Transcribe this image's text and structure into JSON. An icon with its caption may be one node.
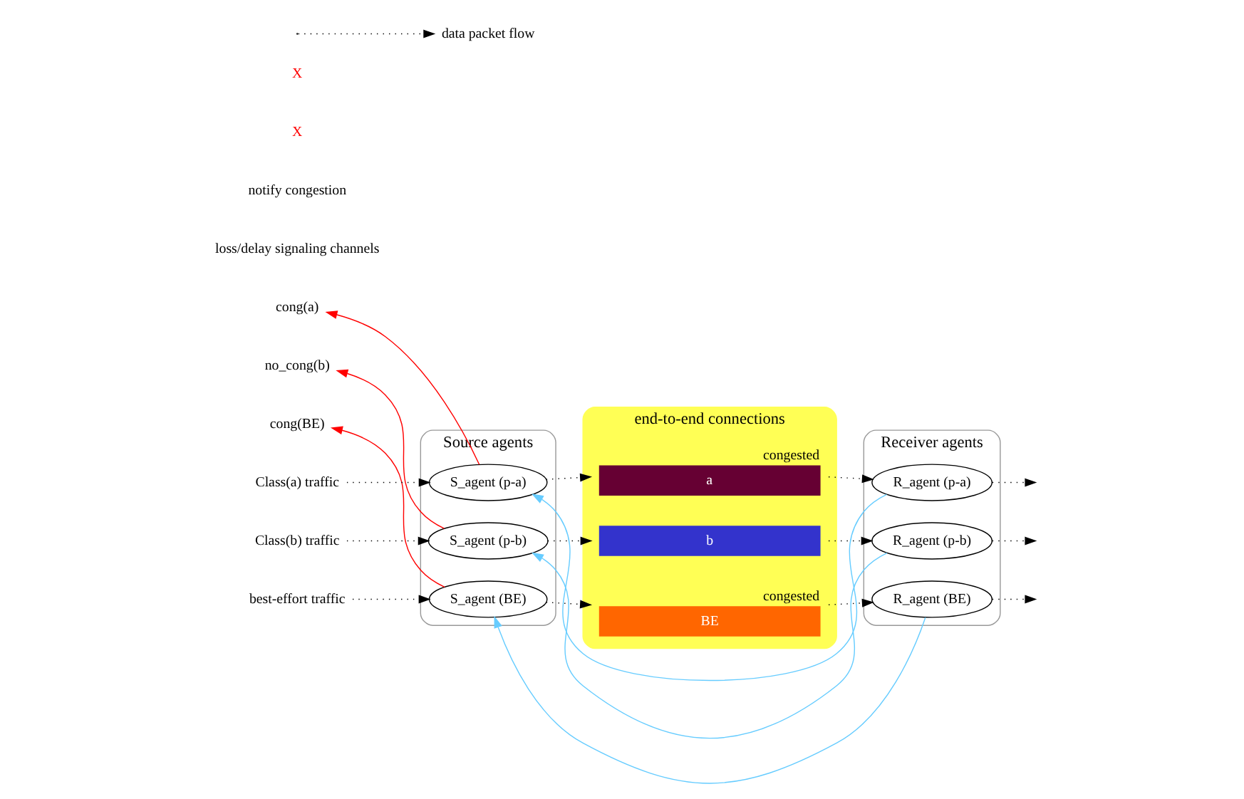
{
  "diagram": {
    "nodes": [
      {
        "text": [
          "Source agents"
        ]
      },
      {
        "text": [
          "S_agent (p-a)"
        ],
        "in": 0
      },
      {
        "text": [
          "S_agent (p-b)"
        ],
        "in": 0
      },
      {
        "text": [
          "S_agent (BE)"
        ],
        "in": 0
      },
      {
        "text": [
          "end-to-end connections"
        ]
      },
      {
        "text": [
          "a"
        ],
        "beside": [
          "congested"
        ],
        "in": 4
      },
      {
        "text": [
          "b"
        ],
        "in": 4
      },
      {
        "text": [
          "BE"
        ],
        "beside": [
          "congested"
        ],
        "in": 4
      },
      {
        "text": [
          "Receiver agents"
        ]
      },
      {
        "text": [
          "R_agent (p-a)"
        ],
        "in": 8
      },
      {
        "text": [
          "R_agent (p-b)"
        ],
        "in": 8
      },
      {
        "text": [
          "R_agent (BE)"
        ],
        "in": 8
      },
      {
        "text": [
          "Class(a) traffic"
        ]
      },
      {
        "text": [
          "Class(b) traffic"
        ]
      },
      {
        "text": [
          "best-effort traffic"
        ]
      },
      {
        "text": [
          "cong(a)"
        ]
      },
      {
        "text": [
          "no_cong(b)"
        ]
      },
      {
        "text": [
          "cong(BE)"
        ]
      }
    ],
    "edges": [
      {
        "from": 12,
        "to": 1,
        "arrow": "to",
        "style": "dashed"
      },
      {
        "from": 1,
        "to": 5,
        "arrow": "to",
        "style": "dashed"
      },
      {
        "from": 5,
        "to": 9,
        "arrow": "to",
        "style": "dashed"
      },
      {
        "from": 9,
        "to": null,
        "arrow": "to",
        "style": "dashed"
      },
      {
        "from": 13,
        "to": 2,
        "arrow": "to",
        "style": "dashed"
      },
      {
        "from": 2,
        "to": 6,
        "arrow": "to",
        "style": "dashed"
      },
      {
        "from": 6,
        "to": 10,
        "arrow": "to",
        "style": "dashed"
      },
      {
        "from": 10,
        "to": null,
        "arrow": "to",
        "style": "dashed"
      },
      {
        "from": 14,
        "to": 3,
        "arrow": "to",
        "style": "dashed"
      },
      {
        "from": 3,
        "to": 7,
        "arrow": "to",
        "style": "dashed"
      },
      {
        "from": 7,
        "to": 11,
        "arrow": "to",
        "style": "dashed"
      },
      {
        "from": 11,
        "to": null,
        "arrow": "to",
        "style": "dashed"
      },
      {
        "from": 1,
        "to": 15,
        "arrow": "to",
        "color": "#ff0000"
      },
      {
        "from": 2,
        "to": 16,
        "arrow": "to",
        "color": "#ff0000"
      },
      {
        "from": 3,
        "to": 17,
        "arrow": "to",
        "color": "#ff0000"
      },
      {
        "from": 9,
        "to": 1,
        "arrow": "to",
        "color": "#66ccff"
      },
      {
        "from": 10,
        "to": 2,
        "arrow": "to",
        "color": "#66ccff"
      },
      {
        "from": 11,
        "to": 3,
        "arrow": "to",
        "color": "#66ccff"
      }
    ],
    "labels": [
      "loss/delay signaling channels",
      "notify congestion",
      "X",
      "X"
    ],
    "legend": [
      {
        "text": "data packet flow"
      }
    ]
  }
}
